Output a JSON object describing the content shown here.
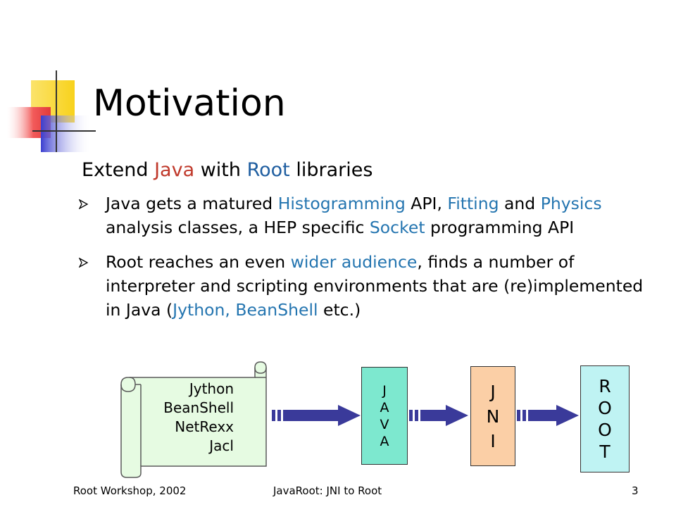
{
  "slide": {
    "title": "Motivation",
    "subtitle": {
      "p1": "Extend ",
      "java": "Java",
      "p2": " with ",
      "root": "Root",
      "p3": " libraries"
    },
    "bullet1": {
      "t1": "Java gets a matured ",
      "h1": "Histogramming",
      "t2": " API, ",
      "h2": "Fitting",
      "t3": " and ",
      "h3": "Physics",
      "t4": " analysis classes, a HEP specific ",
      "h4": "Socket",
      "t5": " programming API"
    },
    "bullet2": {
      "t1": "Root reaches an even ",
      "h1": "wider audience",
      "t2": ", finds a number of interpreter  and scripting environments  that are (re)implemented in Java (",
      "h2": "Jython, BeanShell",
      "t3": " etc.)"
    }
  },
  "diagram": {
    "scroll_lines": [
      "Jython",
      "BeanShell",
      "NetRexx",
      "Jacl"
    ],
    "java_letters": [
      "J",
      "A",
      "V",
      "A"
    ],
    "jni_letters": [
      "J",
      "N",
      "I"
    ],
    "root_letters": [
      "R",
      "O",
      "O",
      "T"
    ]
  },
  "footer": {
    "left": "Root Workshop, 2002",
    "center": "JavaRoot: JNI to Root",
    "page": "3"
  },
  "colors": {
    "java_box": "#7de8cf",
    "jni_box": "#fbcfa6",
    "root_box": "#bff3f3",
    "scroll_fill": "#e6fbe2",
    "arrow": "#3a3a9a",
    "highlight_red": "#c0392b",
    "highlight_blue": "#1f5ea0"
  }
}
